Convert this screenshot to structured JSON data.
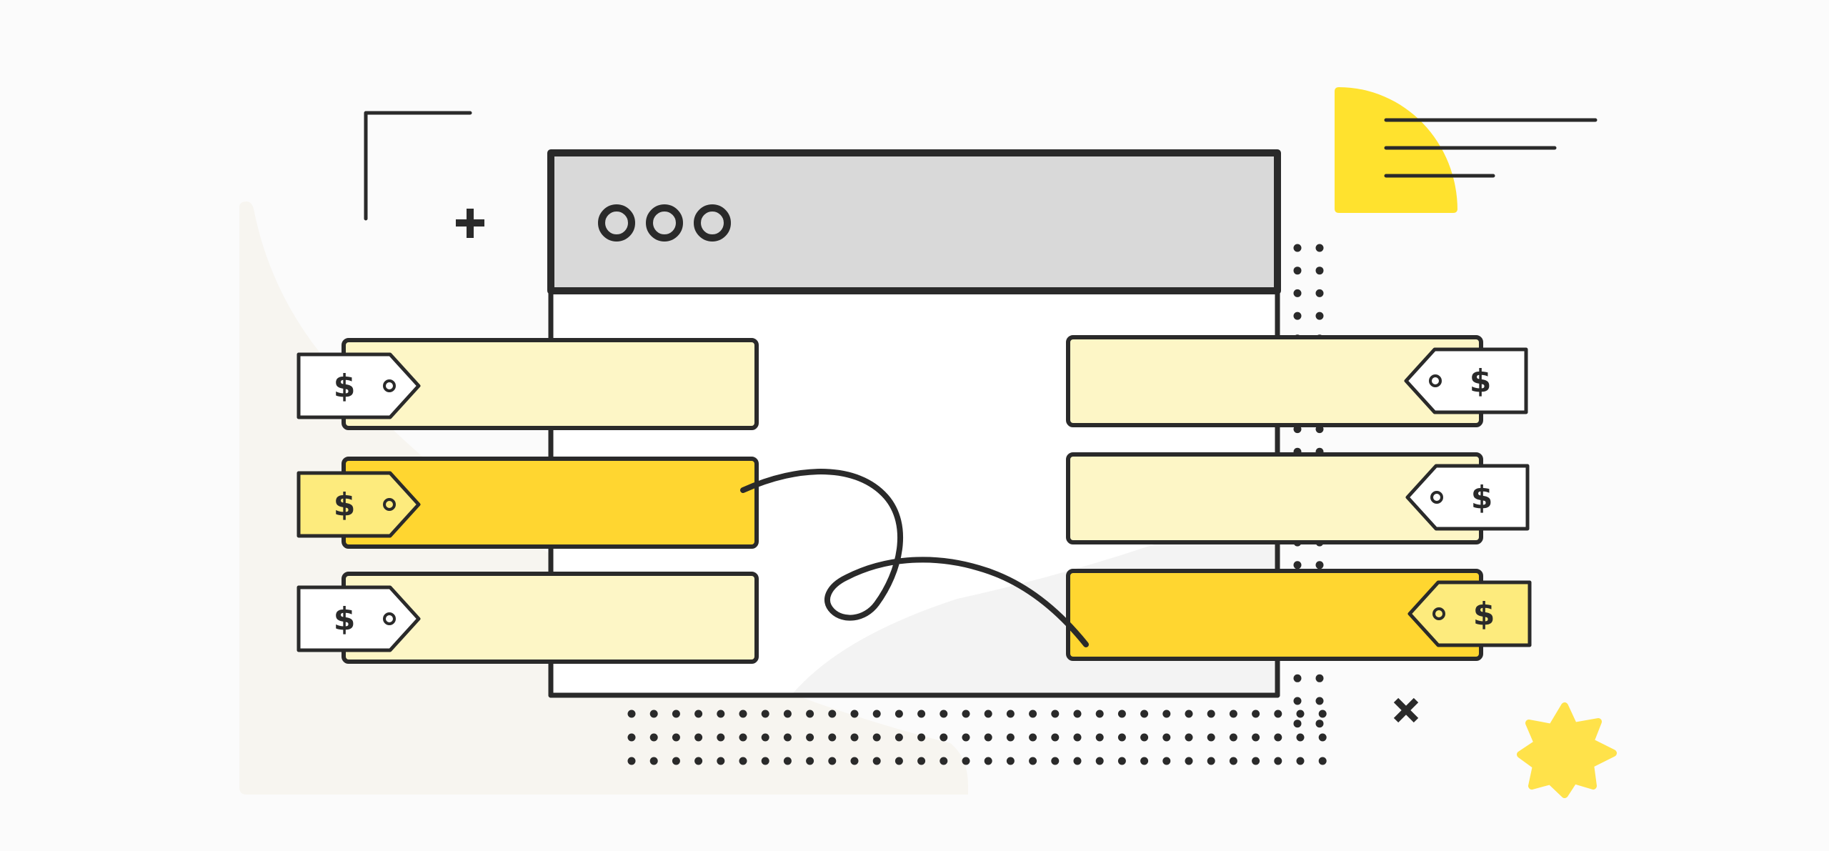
{
  "colors": {
    "background": "#fbfbfb",
    "ink": "#2a2a2a",
    "accent_yellow": "#ffd630",
    "pale_yellow": "#fdf6c6",
    "tag_yellow": "#fdeb7d",
    "star_yellow": "#ffe24a",
    "header_gray": "#d9d9d9",
    "backdrop_gray": "#f3f3f3",
    "backdrop_beige": "#f7f5f0"
  },
  "icons": {
    "currency_symbol": "$"
  },
  "left_tags": [
    {
      "symbol": "$",
      "state": "default"
    },
    {
      "symbol": "$",
      "state": "selected"
    },
    {
      "symbol": "$",
      "state": "default"
    }
  ],
  "right_tags": [
    {
      "symbol": "$",
      "state": "default"
    },
    {
      "symbol": "$",
      "state": "default"
    },
    {
      "symbol": "$",
      "state": "selected"
    }
  ]
}
